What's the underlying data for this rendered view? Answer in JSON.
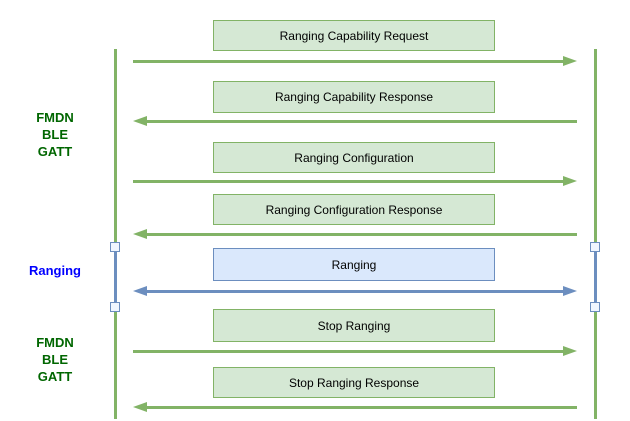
{
  "diagram": {
    "kind": "sequence-diagram",
    "phase_labels": [
      {
        "text": "FMDN\nBLE\nGATT",
        "color": "#006600"
      },
      {
        "text": "Ranging",
        "color": "#0000ff"
      },
      {
        "text": "FMDN\nBLE\nGATT",
        "color": "#006600"
      }
    ],
    "messages": [
      {
        "label": "Ranging Capability Request",
        "direction": "right",
        "channel": "gatt"
      },
      {
        "label": "Ranging Capability Response",
        "direction": "left",
        "channel": "gatt"
      },
      {
        "label": "Ranging Configuration",
        "direction": "right",
        "channel": "gatt"
      },
      {
        "label": "Ranging Configuration Response",
        "direction": "left",
        "channel": "gatt"
      },
      {
        "label": "Ranging",
        "direction": "both",
        "channel": "ranging"
      },
      {
        "label": "Stop Ranging",
        "direction": "right",
        "channel": "gatt"
      },
      {
        "label": "Stop Ranging Response",
        "direction": "left",
        "channel": "gatt"
      }
    ],
    "colors": {
      "gatt_line": "#82b366",
      "gatt_box_fill": "#d5e8d4",
      "ranging_line": "#6c8ebf",
      "ranging_box_fill": "#dae8fc",
      "gatt_label_text": "#006600",
      "ranging_label_text": "#0000ff",
      "message_text": "#000000",
      "marker_fill": "#f0f6ff",
      "background": "#ffffff"
    }
  }
}
